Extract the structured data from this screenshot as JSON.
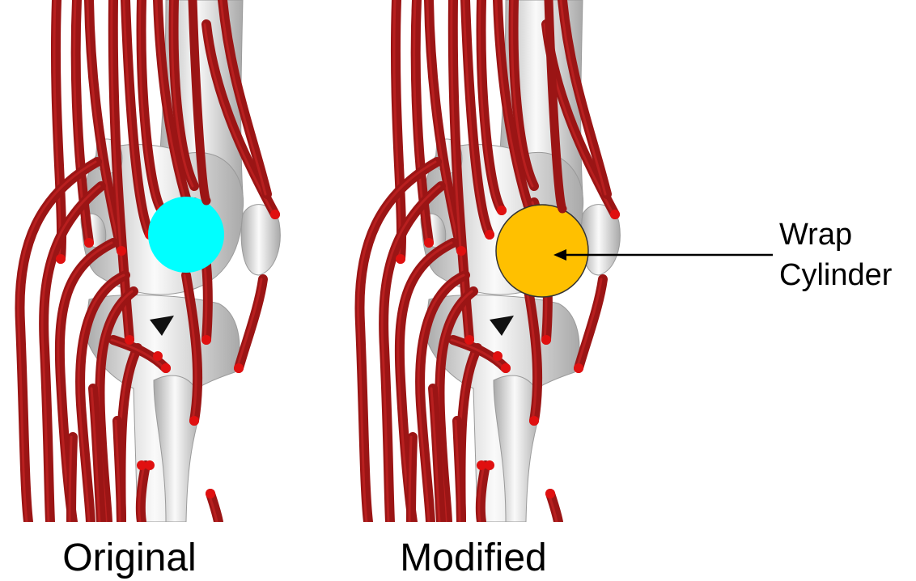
{
  "panels": [
    {
      "caption": "Original",
      "wrap_cylinder_color": "#00ffff"
    },
    {
      "caption": "Modified",
      "wrap_cylinder_color": "#ffc000"
    }
  ],
  "callout": {
    "line1": "Wrap",
    "line2": "Cylinder"
  },
  "colors": {
    "muscle": "#9b1515",
    "muscle_highlight": "#c42323",
    "muscle_end": "#e01010",
    "bone": "#e6e6e6",
    "bone_shade": "#a9a9a9"
  }
}
